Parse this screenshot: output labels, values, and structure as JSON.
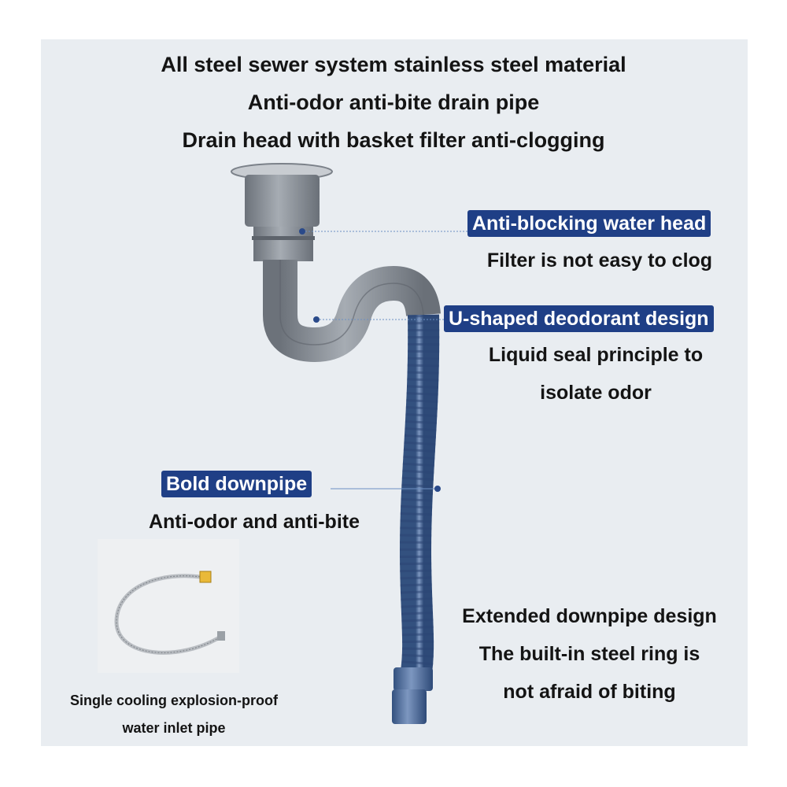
{
  "headlines": [
    "All steel sewer system stainless steel material",
    "Anti-odor anti-bite drain pipe",
    "Drain head with basket filter anti-clogging"
  ],
  "callouts": {
    "water_head": {
      "title": "Anti-blocking water head",
      "desc": "Filter is not easy to clog"
    },
    "u_shape": {
      "title": "U-shaped deodorant design",
      "desc_line1": "Liquid seal principle to",
      "desc_line2": "isolate odor"
    },
    "downpipe": {
      "title": "Bold downpipe",
      "desc": "Anti-odor and anti-bite"
    },
    "extended": {
      "line1": "Extended downpipe design",
      "line2": "The built-in steel ring is",
      "line3": "not afraid of biting"
    }
  },
  "inlet_pipe": {
    "line1": "Single cooling explosion-proof",
    "line2": "water inlet pipe"
  },
  "colors": {
    "badge": "#1f3f86",
    "pipe_gray": "#8a9098",
    "hose_blue": "#4e6c9c",
    "panel": "#e9edf1"
  }
}
